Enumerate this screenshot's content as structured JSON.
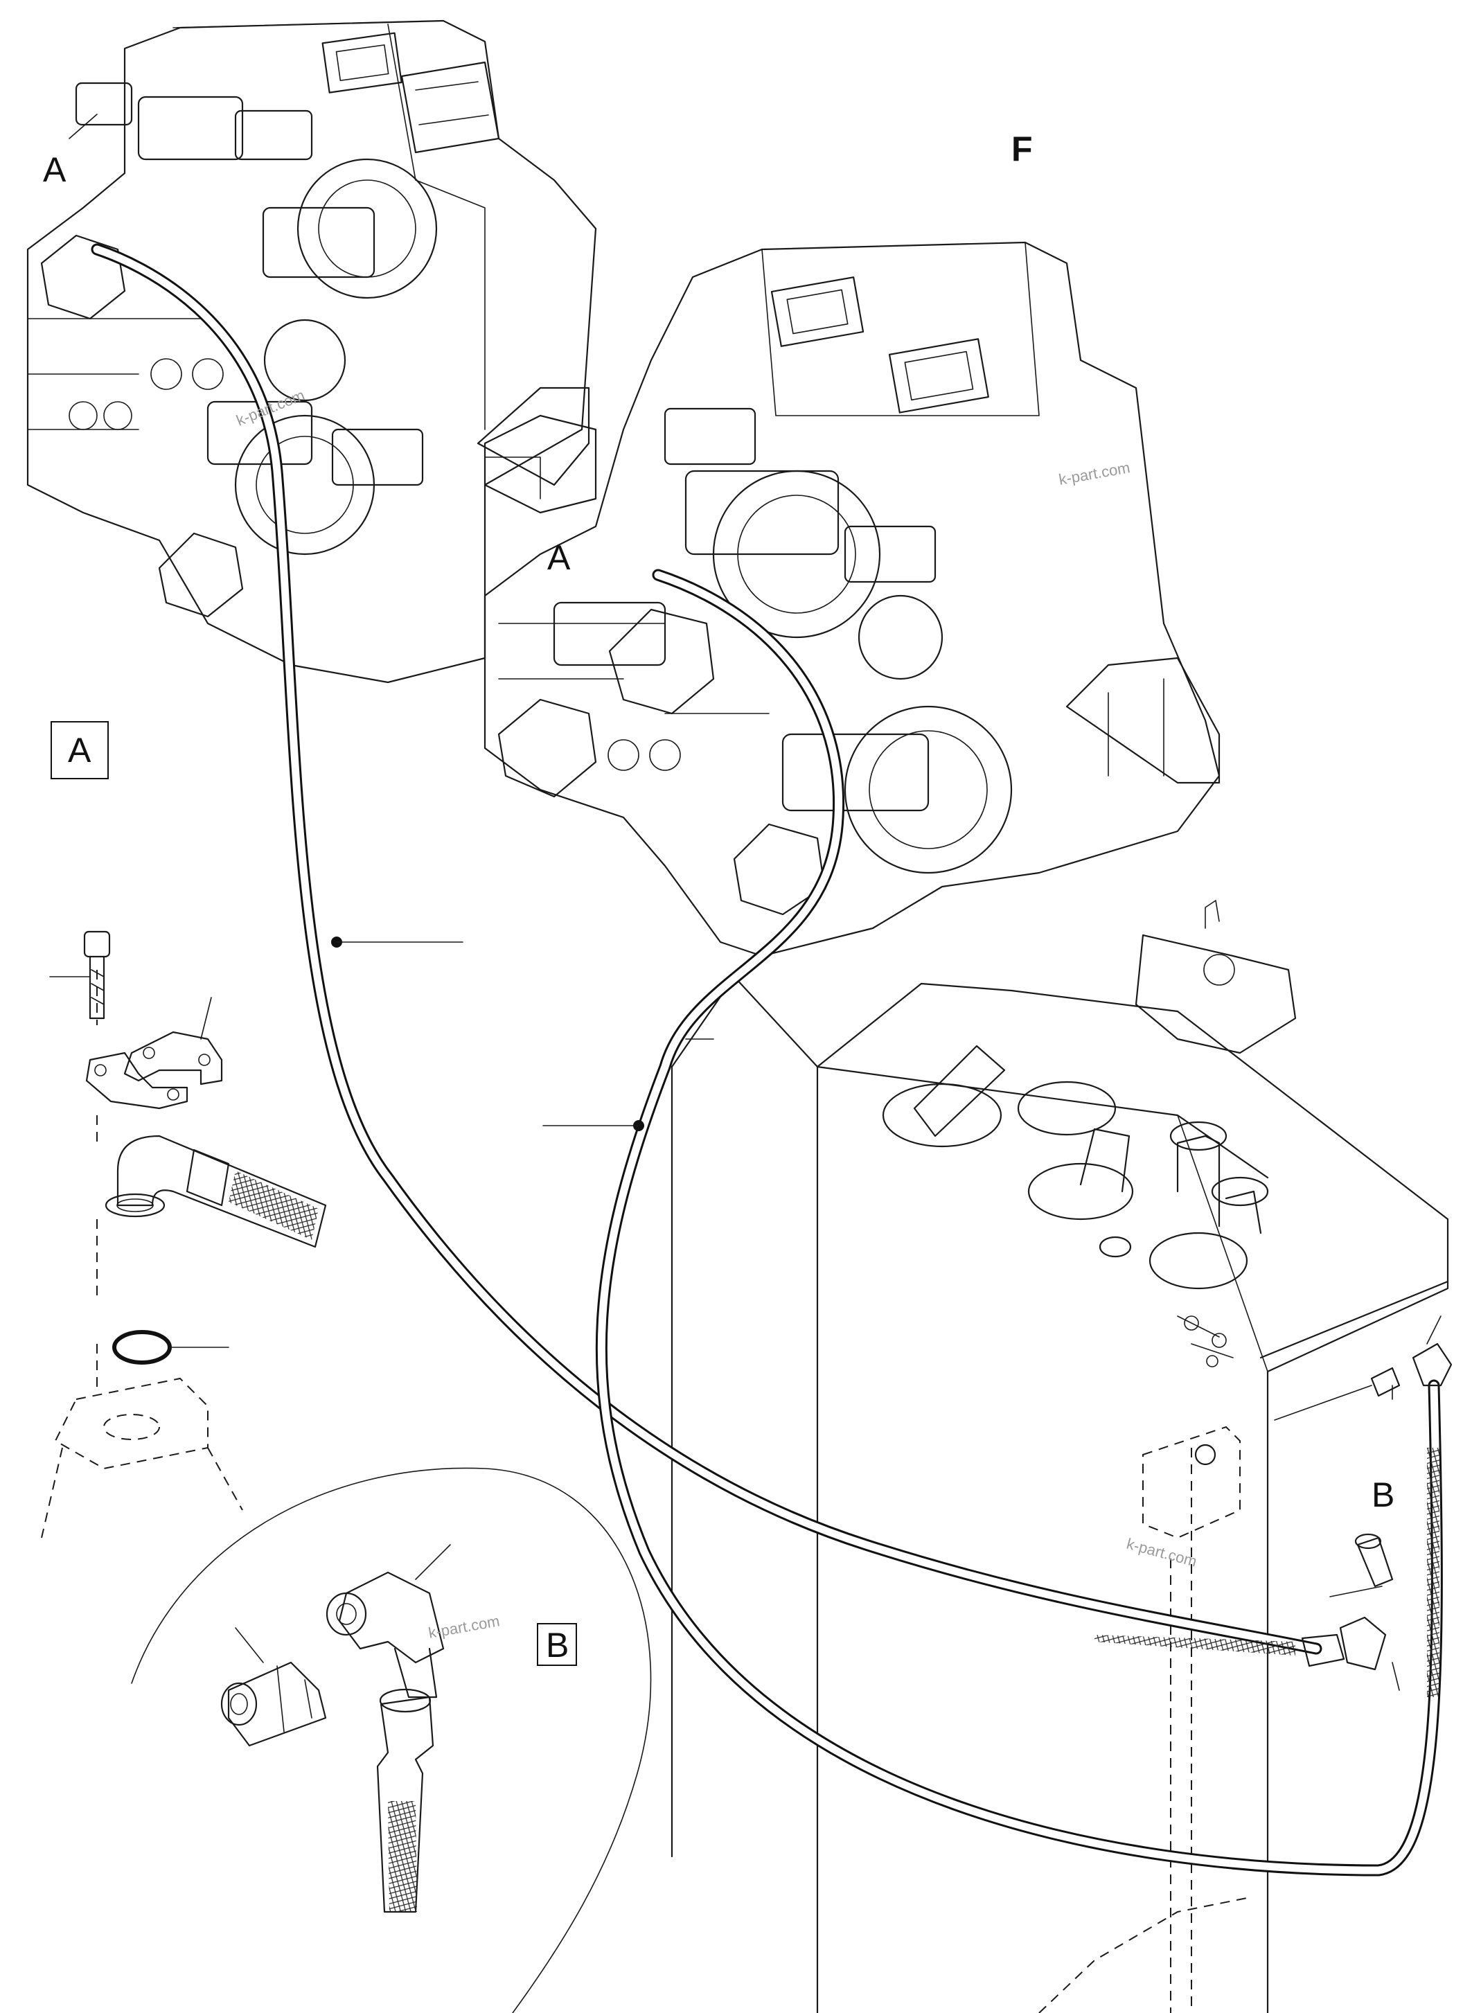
{
  "diagram": {
    "orientation_mark": "F",
    "callouts": {
      "detail_a_top_left": "A",
      "detail_a_center": "A",
      "detail_a_box": "A",
      "detail_b_tank": "B",
      "detail_b_box": "B"
    },
    "watermarks": [
      "k-part.com",
      "k-part.com",
      "k-part.com",
      "k-part.com"
    ]
  }
}
